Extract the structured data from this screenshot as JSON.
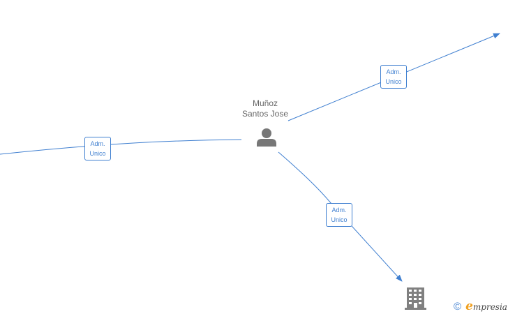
{
  "person": {
    "name_line1": "Muñoz",
    "name_line2": "Santos Jose",
    "icon": "person-icon"
  },
  "edges": [
    {
      "label_line1": "Adm.",
      "label_line2": "Unico"
    },
    {
      "label_line1": "Adm.",
      "label_line2": "Unico"
    },
    {
      "label_line1": "Adm.",
      "label_line2": "Unico"
    }
  ],
  "company_node": {
    "icon": "building-icon"
  },
  "footer": {
    "copyright_symbol": "©",
    "brand_first": "e",
    "brand_rest": "mpresia"
  },
  "colors": {
    "edge": "#3f7fd0",
    "node_icon": "#777777",
    "text": "#666666",
    "brand_accent": "#f0a020"
  }
}
